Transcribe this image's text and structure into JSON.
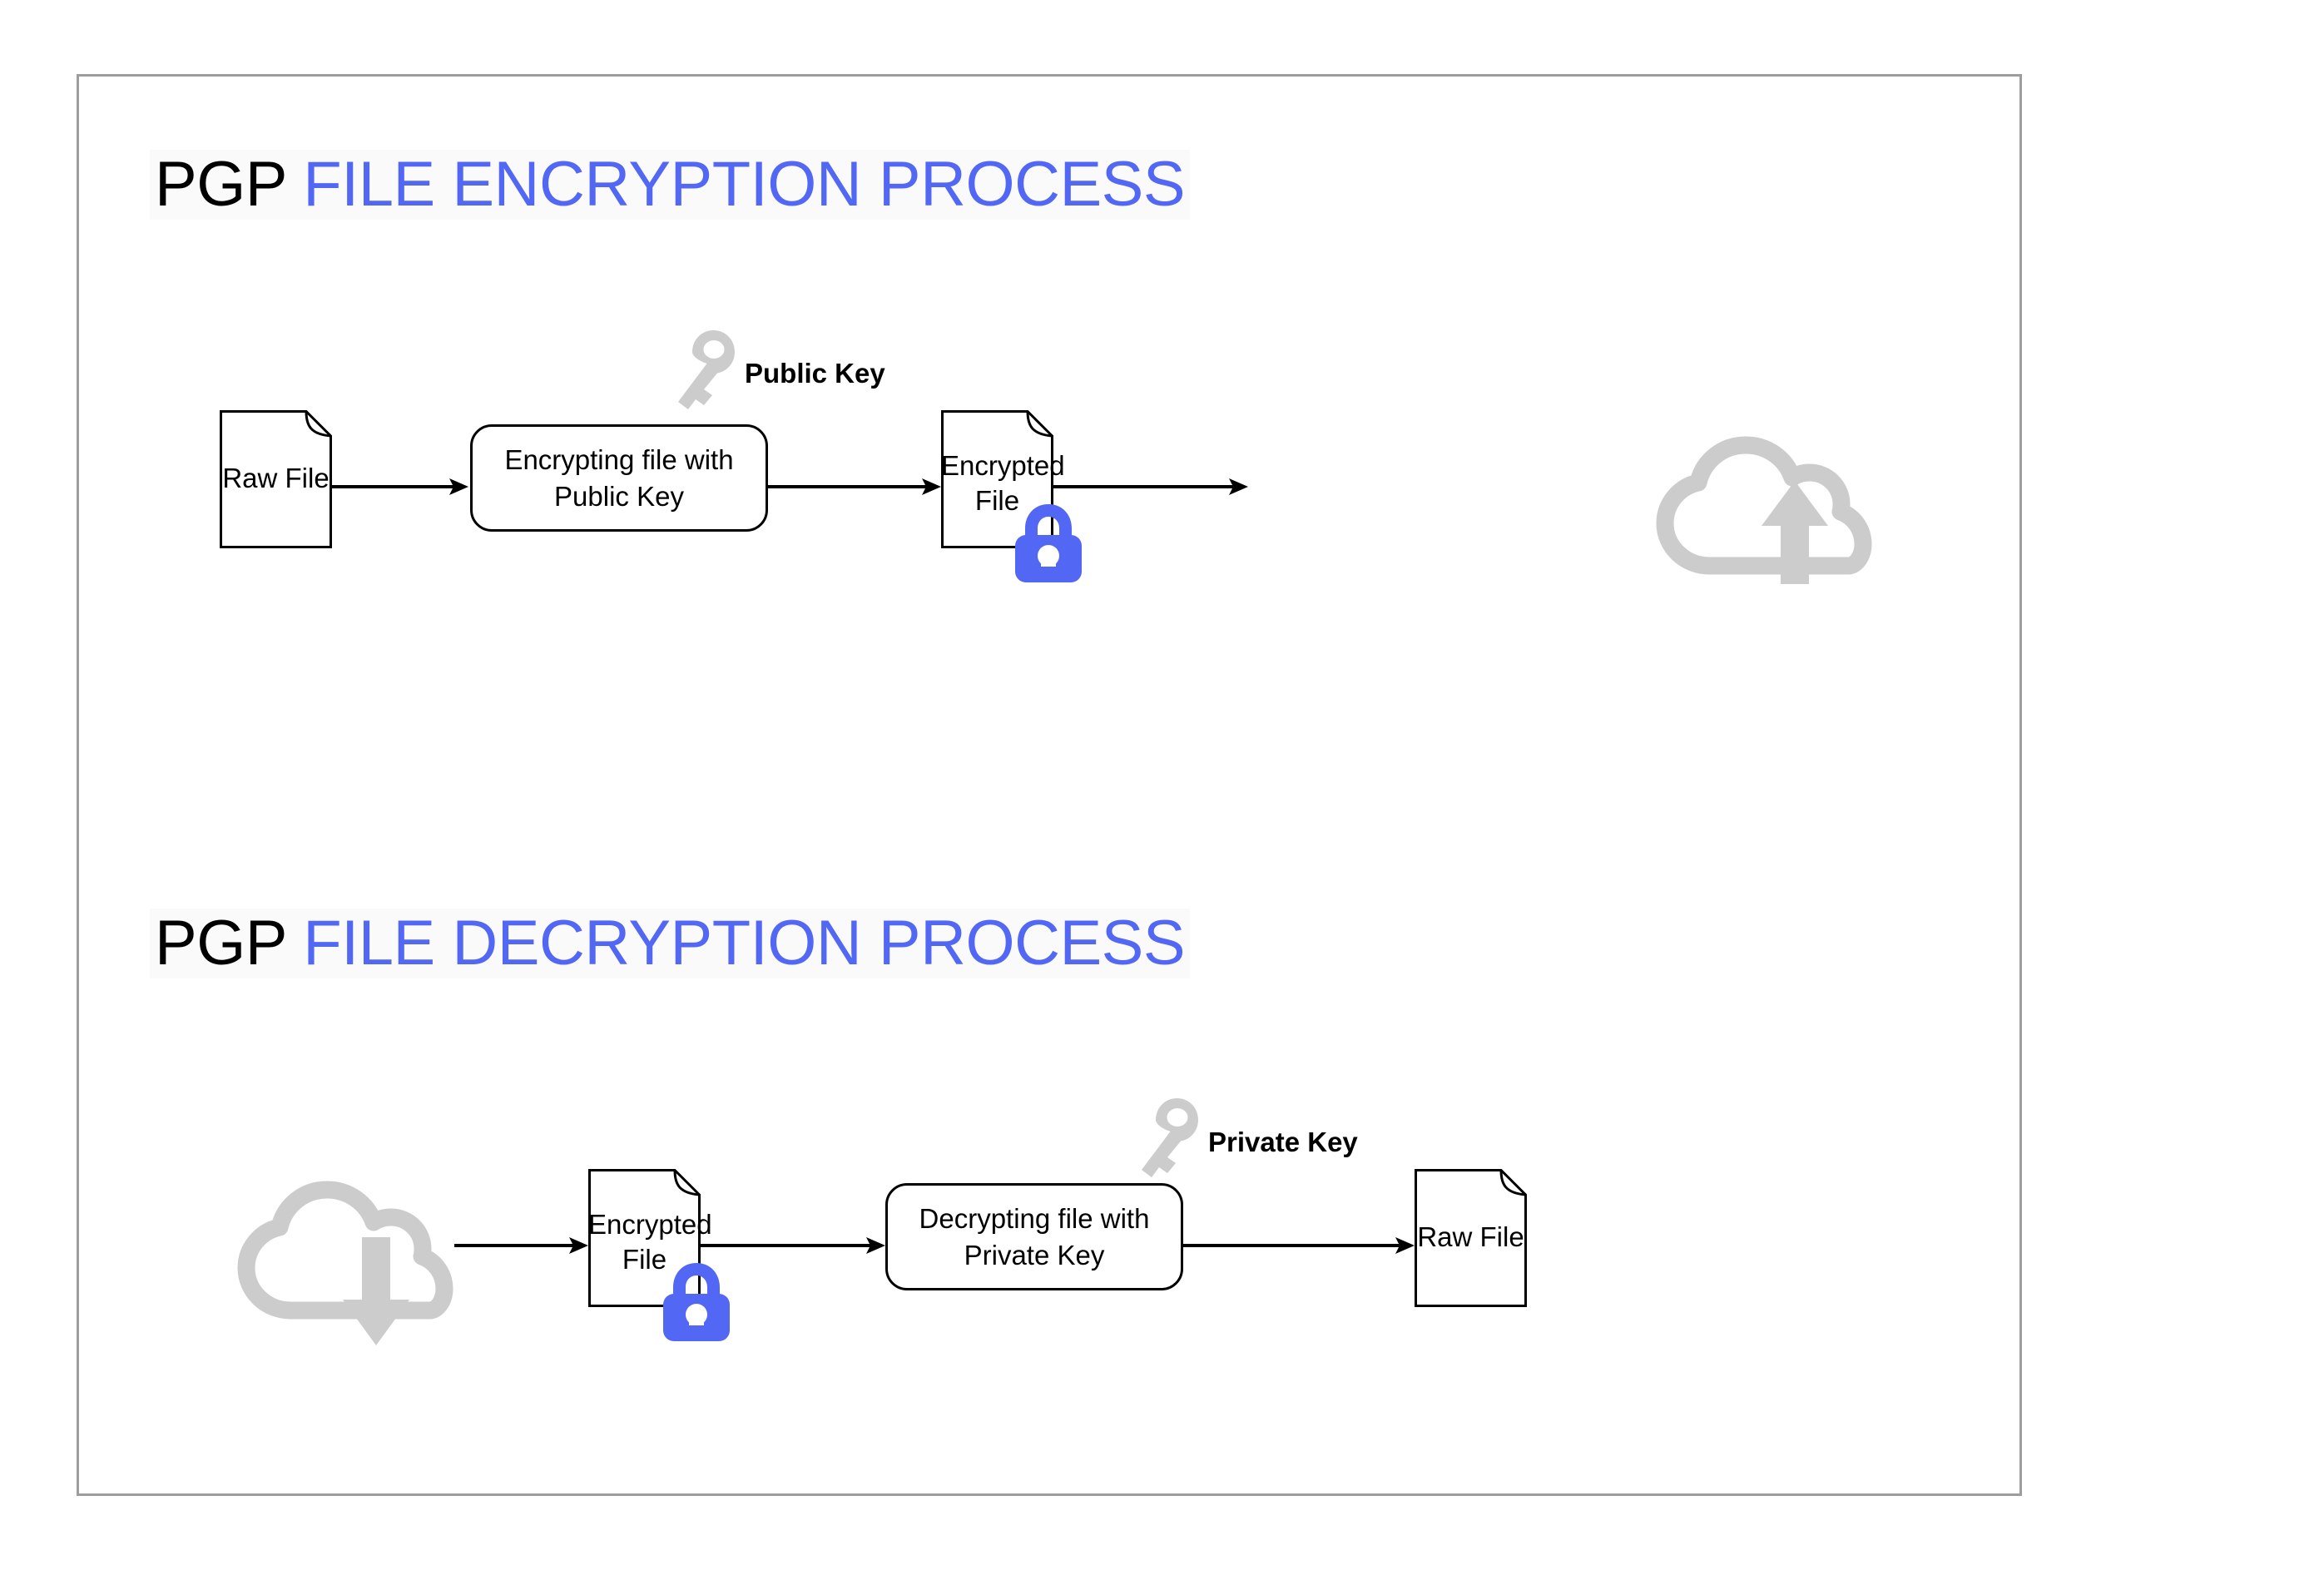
{
  "diagram": {
    "frame_border_color": "#9d9d9d",
    "accent_blue": "#5268f5",
    "icon_gray": "#cccccc",
    "line_color": "#000000",
    "sections": [
      {
        "id": "encryption",
        "title_dark": "PGP",
        "title_blue": "FILE ENCRYPTION PROCESS",
        "key": {
          "icon": "key-icon",
          "label": "Public Key"
        },
        "nodes": [
          {
            "id": "raw-file-in",
            "type": "document",
            "label_line1": "Raw File",
            "label_line2": "",
            "locked": false
          },
          {
            "id": "encrypt-process",
            "type": "process",
            "label_line1": "Encrypting file with",
            "label_line2": "Public Key"
          },
          {
            "id": "encrypted-file-out",
            "type": "document",
            "label_line1": "Encrypted",
            "label_line2": "File",
            "locked": true
          },
          {
            "id": "cloud-upload",
            "type": "cloud",
            "icon": "cloud-upload-icon",
            "label_line1": "",
            "label_line2": ""
          }
        ],
        "connectors": [
          "raw-file-in -> encrypt-process",
          "encrypt-process -> encrypted-file-out",
          "encrypted-file-out -> cloud-upload"
        ]
      },
      {
        "id": "decryption",
        "title_dark": "PGP",
        "title_blue": "FILE DECRYPTION PROCESS",
        "key": {
          "icon": "key-icon",
          "label": "Private Key"
        },
        "nodes": [
          {
            "id": "cloud-download",
            "type": "cloud",
            "icon": "cloud-download-icon",
            "label_line1": "",
            "label_line2": ""
          },
          {
            "id": "encrypted-file-in",
            "type": "document",
            "label_line1": "Encrypted",
            "label_line2": "File",
            "locked": true
          },
          {
            "id": "decrypt-process",
            "type": "process",
            "label_line1": "Decrypting file with",
            "label_line2": "Private Key"
          },
          {
            "id": "raw-file-out",
            "type": "document",
            "label_line1": "Raw File",
            "label_line2": "",
            "locked": false
          }
        ],
        "connectors": [
          "cloud-download -> encrypted-file-in",
          "encrypted-file-in -> decrypt-process",
          "decrypt-process -> raw-file-out"
        ]
      }
    ]
  }
}
